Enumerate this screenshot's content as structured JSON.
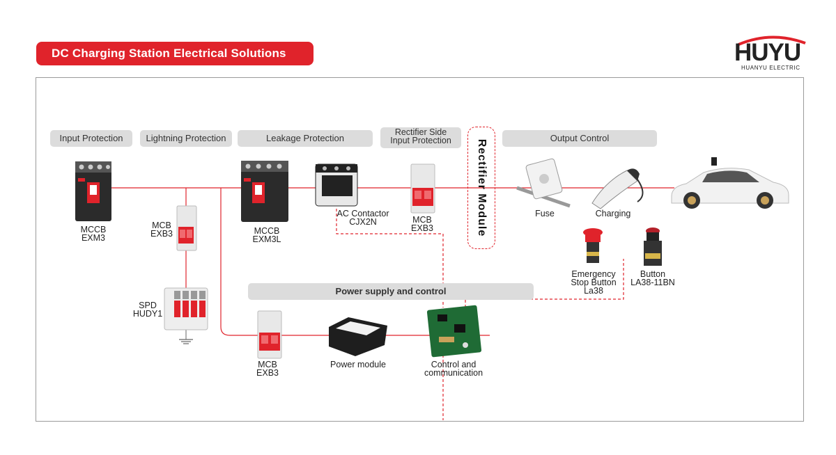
{
  "header": {
    "title": "DC Charging Station Electrical Solutions",
    "logo_word": "HUYU",
    "logo_sub": "HUANYU ELECTRIC"
  },
  "sections": {
    "input_protection": "Input Protection",
    "lightning_protection": "Lightning Protection",
    "leakage_protection": "Leakage Protection",
    "rectifier_side_1": "Rectifier Side",
    "rectifier_side_2": "Input Protection",
    "output_control": "Output Control",
    "power_supply": "Power supply and control",
    "rectifier_module": "Rectifier Module"
  },
  "components": {
    "mccb_exm3": [
      "MCCB",
      "EXM3"
    ],
    "mcb_exb3_lightning": [
      "MCB",
      "EXB3"
    ],
    "spd": [
      "SPD",
      "HUDY1"
    ],
    "mccb_exm3l": [
      "MCCB",
      "EXM3L"
    ],
    "ac_contactor": [
      "AC Contactor",
      "CJX2N"
    ],
    "mcb_exb3_rectifier": [
      "MCB",
      "EXB3"
    ],
    "fuse": "Fuse",
    "charging": "Charging",
    "emergency_stop": [
      "Emergency",
      "Stop Button",
      "La38"
    ],
    "button": [
      "Button",
      "LA38-11BN"
    ],
    "mcb_exb3_power": [
      "MCB",
      "EXB3"
    ],
    "power_module": "Power module",
    "control": [
      "Control and",
      "communication"
    ]
  },
  "colors": {
    "accent": "#e0232b",
    "section_bg": "#dcdcdc",
    "device_dark": "#2b2b2b",
    "device_light": "#e6e6e6"
  }
}
